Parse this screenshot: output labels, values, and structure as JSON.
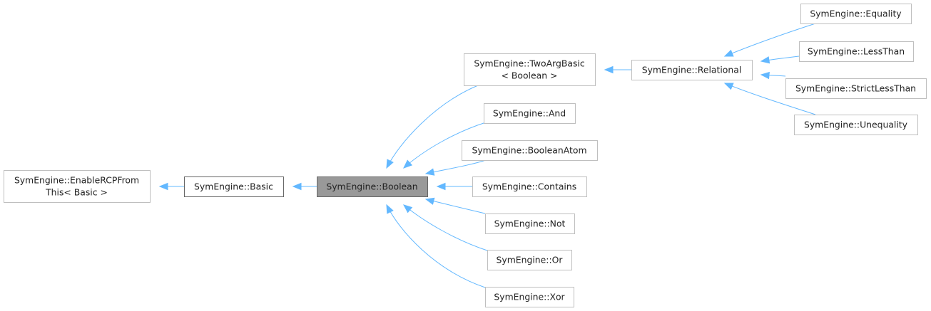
{
  "nodes": {
    "enable_rcp": {
      "lines": [
        "SymEngine::EnableRCPFrom",
        "This< Basic >"
      ]
    },
    "basic": {
      "lines": [
        "SymEngine::Basic"
      ]
    },
    "boolean": {
      "lines": [
        "SymEngine::Boolean"
      ]
    },
    "two_arg_basic": {
      "lines": [
        "SymEngine::TwoArgBasic",
        "< Boolean >"
      ]
    },
    "and": {
      "lines": [
        "SymEngine::And"
      ]
    },
    "boolean_atom": {
      "lines": [
        "SymEngine::BooleanAtom"
      ]
    },
    "contains": {
      "lines": [
        "SymEngine::Contains"
      ]
    },
    "not": {
      "lines": [
        "SymEngine::Not"
      ]
    },
    "or": {
      "lines": [
        "SymEngine::Or"
      ]
    },
    "xor": {
      "lines": [
        "SymEngine::Xor"
      ]
    },
    "relational": {
      "lines": [
        "SymEngine::Relational"
      ]
    },
    "equality": {
      "lines": [
        "SymEngine::Equality"
      ]
    },
    "less_than": {
      "lines": [
        "SymEngine::LessThan"
      ]
    },
    "strict_less_than": {
      "lines": [
        "SymEngine::StrictLessThan"
      ]
    },
    "unequality": {
      "lines": [
        "SymEngine::Unequality"
      ]
    }
  },
  "edges": [
    {
      "from": "basic",
      "to": "enable_rcp"
    },
    {
      "from": "boolean",
      "to": "basic"
    },
    {
      "from": "two_arg_basic",
      "to": "boolean"
    },
    {
      "from": "and",
      "to": "boolean"
    },
    {
      "from": "boolean_atom",
      "to": "boolean"
    },
    {
      "from": "contains",
      "to": "boolean"
    },
    {
      "from": "not",
      "to": "boolean"
    },
    {
      "from": "or",
      "to": "boolean"
    },
    {
      "from": "xor",
      "to": "boolean"
    },
    {
      "from": "relational",
      "to": "two_arg_basic"
    },
    {
      "from": "equality",
      "to": "relational"
    },
    {
      "from": "less_than",
      "to": "relational"
    },
    {
      "from": "strict_less_than",
      "to": "relational"
    },
    {
      "from": "unequality",
      "to": "relational"
    }
  ]
}
